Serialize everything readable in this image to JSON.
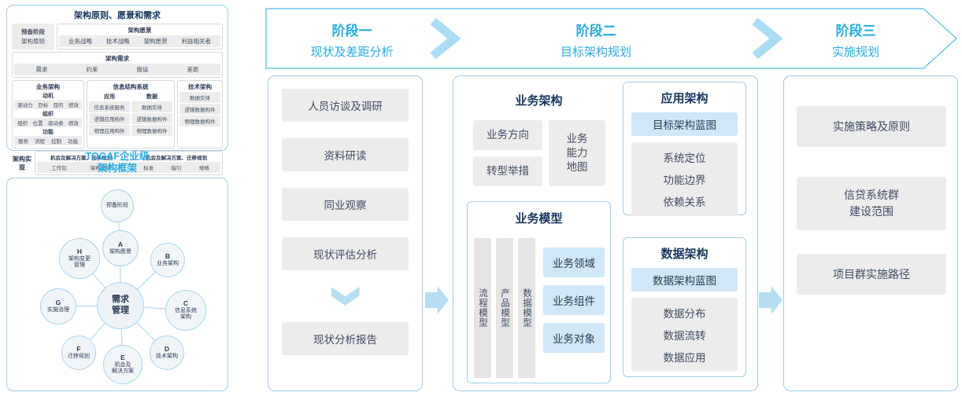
{
  "colors": {
    "accent": "#29abe2",
    "navy_text": "#17365d",
    "panel_border": "#9ccfeb",
    "gray_box": "#ececec",
    "highlight_blue": "#cfe7f6",
    "arrow_blue": "#b5def2"
  },
  "top_panel": {
    "title": "架构原则、愿景和需求",
    "prep_stage": [
      "预备阶段",
      "架构原则"
    ],
    "vision": {
      "title": "架构愿景",
      "items": [
        "业务战略",
        "技术战略",
        "架构愿景",
        "利益相关者"
      ]
    },
    "requirements": {
      "title": "架构需求",
      "items": [
        "需求",
        "约束",
        "假设",
        "差距"
      ]
    },
    "business": {
      "title": "业务架构",
      "groups": [
        {
          "head": "动机",
          "cells": [
            "驱动力",
            "目标",
            "目的",
            "绩效"
          ]
        },
        {
          "head": "组织",
          "cells": [
            "组织",
            "位置",
            "驱动者",
            "绩效"
          ]
        },
        {
          "head": "功能",
          "cells": [
            "服务",
            "流程",
            "控制",
            "功能"
          ]
        }
      ]
    },
    "info_system": {
      "title": "信息结构系统",
      "app": {
        "head": "应用",
        "cells": [
          "信息系统服务",
          "逻辑应用构件",
          "物理应用构件"
        ]
      },
      "data": {
        "head": "数据",
        "cells": [
          "数据实体",
          "逻辑数据构件",
          "物理数据构件"
        ]
      }
    },
    "tech": {
      "title": "技术架构",
      "cells": [
        "数据实体",
        "逻辑数据构件",
        "物理数据构件"
      ]
    },
    "realization": {
      "title": "架构实现",
      "boxes": [
        {
          "title": "机会及解决方案、迁移规划",
          "cells": [
            "工作包",
            "架构契约"
          ]
        },
        {
          "title": "机会及解决方案、迁移规划",
          "cells": [
            "标准",
            "指引",
            "规格"
          ]
        }
      ]
    }
  },
  "togaf": {
    "title_line1": "TOGAF企业级",
    "title_line2": "架构框架"
  },
  "adm": {
    "center": "需求\n管理",
    "prep": "预备阶段",
    "nodes": [
      {
        "letter": "A",
        "label": "架构愿景"
      },
      {
        "letter": "B",
        "label": "业务架构"
      },
      {
        "letter": "C",
        "label": "信息系统\n架构"
      },
      {
        "letter": "D",
        "label": "技术架构"
      },
      {
        "letter": "E",
        "label": "机会及\n解决方案"
      },
      {
        "letter": "F",
        "label": "迁移规划"
      },
      {
        "letter": "G",
        "label": "实施治理"
      },
      {
        "letter": "H",
        "label": "架构变更\n管理"
      }
    ]
  },
  "phases": [
    {
      "name": "阶段一",
      "subtitle": "现状及差距分析"
    },
    {
      "name": "阶段二",
      "subtitle": "目标架构规划"
    },
    {
      "name": "阶段三",
      "subtitle": "实施规划"
    }
  ],
  "phase1_steps": [
    "人员访谈及调研",
    "资料研读",
    "同业观察",
    "现状评估分析",
    "现状分析报告"
  ],
  "phase2": {
    "business": {
      "title": "业务架构",
      "direction": "业务方向",
      "transform": "转型举措",
      "capability": "业务\n能力\n地图",
      "model": {
        "title": "业务模型",
        "vertical": [
          "流程模型",
          "产品模型",
          "数据模型"
        ],
        "items": [
          "业务领域",
          "业务组件",
          "业务对象"
        ]
      }
    },
    "application": {
      "title": "应用架构",
      "blueprint": "目标架构蓝图",
      "items": [
        "系统定位",
        "功能边界",
        "依赖关系"
      ]
    },
    "data": {
      "title": "数据架构",
      "blueprint": "数据架构蓝图",
      "items": [
        "数据分布",
        "数据流转",
        "数据应用"
      ]
    }
  },
  "phase3_steps": [
    "实施策略及原则",
    "信贷系统群\n建设范围",
    "项目群实施路径"
  ]
}
